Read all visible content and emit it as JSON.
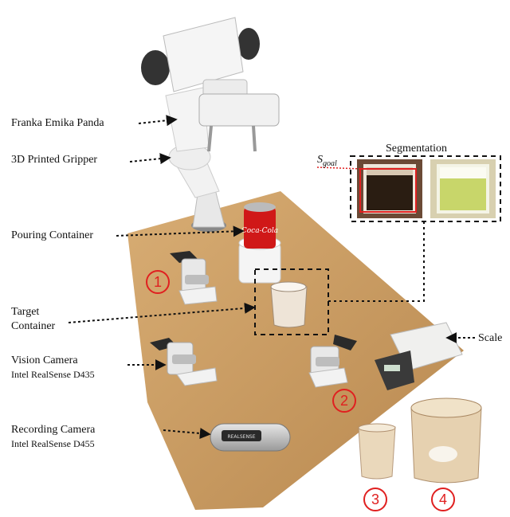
{
  "labels": {
    "robot": "Franka Emika Panda",
    "gripper": "3D Printed Gripper",
    "pouring": "Pouring Container",
    "target_line1": "Target",
    "target_line2": "Container",
    "vision_cam": "Vision Camera",
    "vision_cam_model": "Intel RealSense D435",
    "recording_cam": "Recording Camera",
    "recording_cam_model": "Intel RealSense D455",
    "scale": "Scale",
    "segmentation": "Segmentation",
    "s_goal_main": "S",
    "s_goal_sub": "goal",
    "realsense_text": "REALSENSE",
    "can_text": "Coca-Cola"
  },
  "markers": [
    "1",
    "2",
    "3",
    "4"
  ],
  "colors": {
    "marker_red": "#e02020",
    "table": "#c89a62",
    "dark_liquid": "#2a1d12",
    "beer_liquid": "#c8d66a"
  }
}
